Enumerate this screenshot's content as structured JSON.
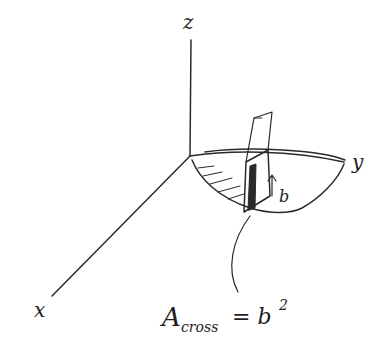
{
  "diagram": {
    "labels": [
      "z",
      "x",
      "y",
      "b",
      "A",
      "cross",
      "= b",
      "2"
    ]
  }
}
